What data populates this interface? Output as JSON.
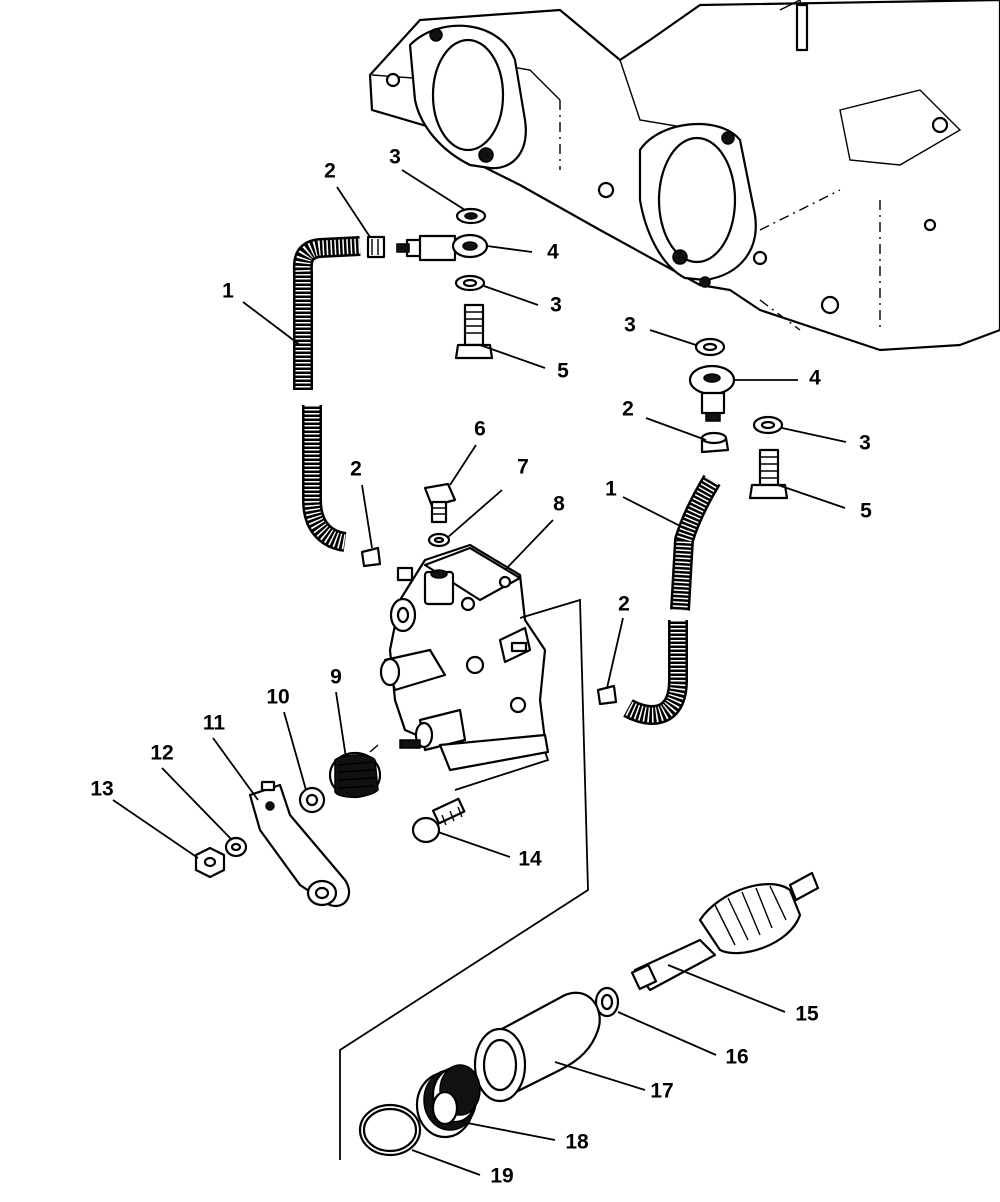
{
  "callouts": [
    {
      "id": "c2a",
      "label": "2"
    },
    {
      "id": "c3a",
      "label": "3"
    },
    {
      "id": "c4a",
      "label": "4"
    },
    {
      "id": "c1a",
      "label": "1"
    },
    {
      "id": "c3b",
      "label": "3"
    },
    {
      "id": "c5a",
      "label": "5"
    },
    {
      "id": "c3c",
      "label": "3"
    },
    {
      "id": "c4b",
      "label": "4"
    },
    {
      "id": "c2b",
      "label": "2"
    },
    {
      "id": "c3d",
      "label": "3"
    },
    {
      "id": "c6",
      "label": "6"
    },
    {
      "id": "c2c",
      "label": "2"
    },
    {
      "id": "c7",
      "label": "7"
    },
    {
      "id": "c5b",
      "label": "5"
    },
    {
      "id": "c1b",
      "label": "1"
    },
    {
      "id": "c8",
      "label": "8"
    },
    {
      "id": "c2d",
      "label": "2"
    },
    {
      "id": "c9",
      "label": "9"
    },
    {
      "id": "c10",
      "label": "10"
    },
    {
      "id": "c11",
      "label": "11"
    },
    {
      "id": "c12",
      "label": "12"
    },
    {
      "id": "c13",
      "label": "13"
    },
    {
      "id": "c14",
      "label": "14"
    },
    {
      "id": "c15",
      "label": "15"
    },
    {
      "id": "c16",
      "label": "16"
    },
    {
      "id": "c17",
      "label": "17"
    },
    {
      "id": "c18",
      "label": "18"
    },
    {
      "id": "c19",
      "label": "19"
    }
  ]
}
